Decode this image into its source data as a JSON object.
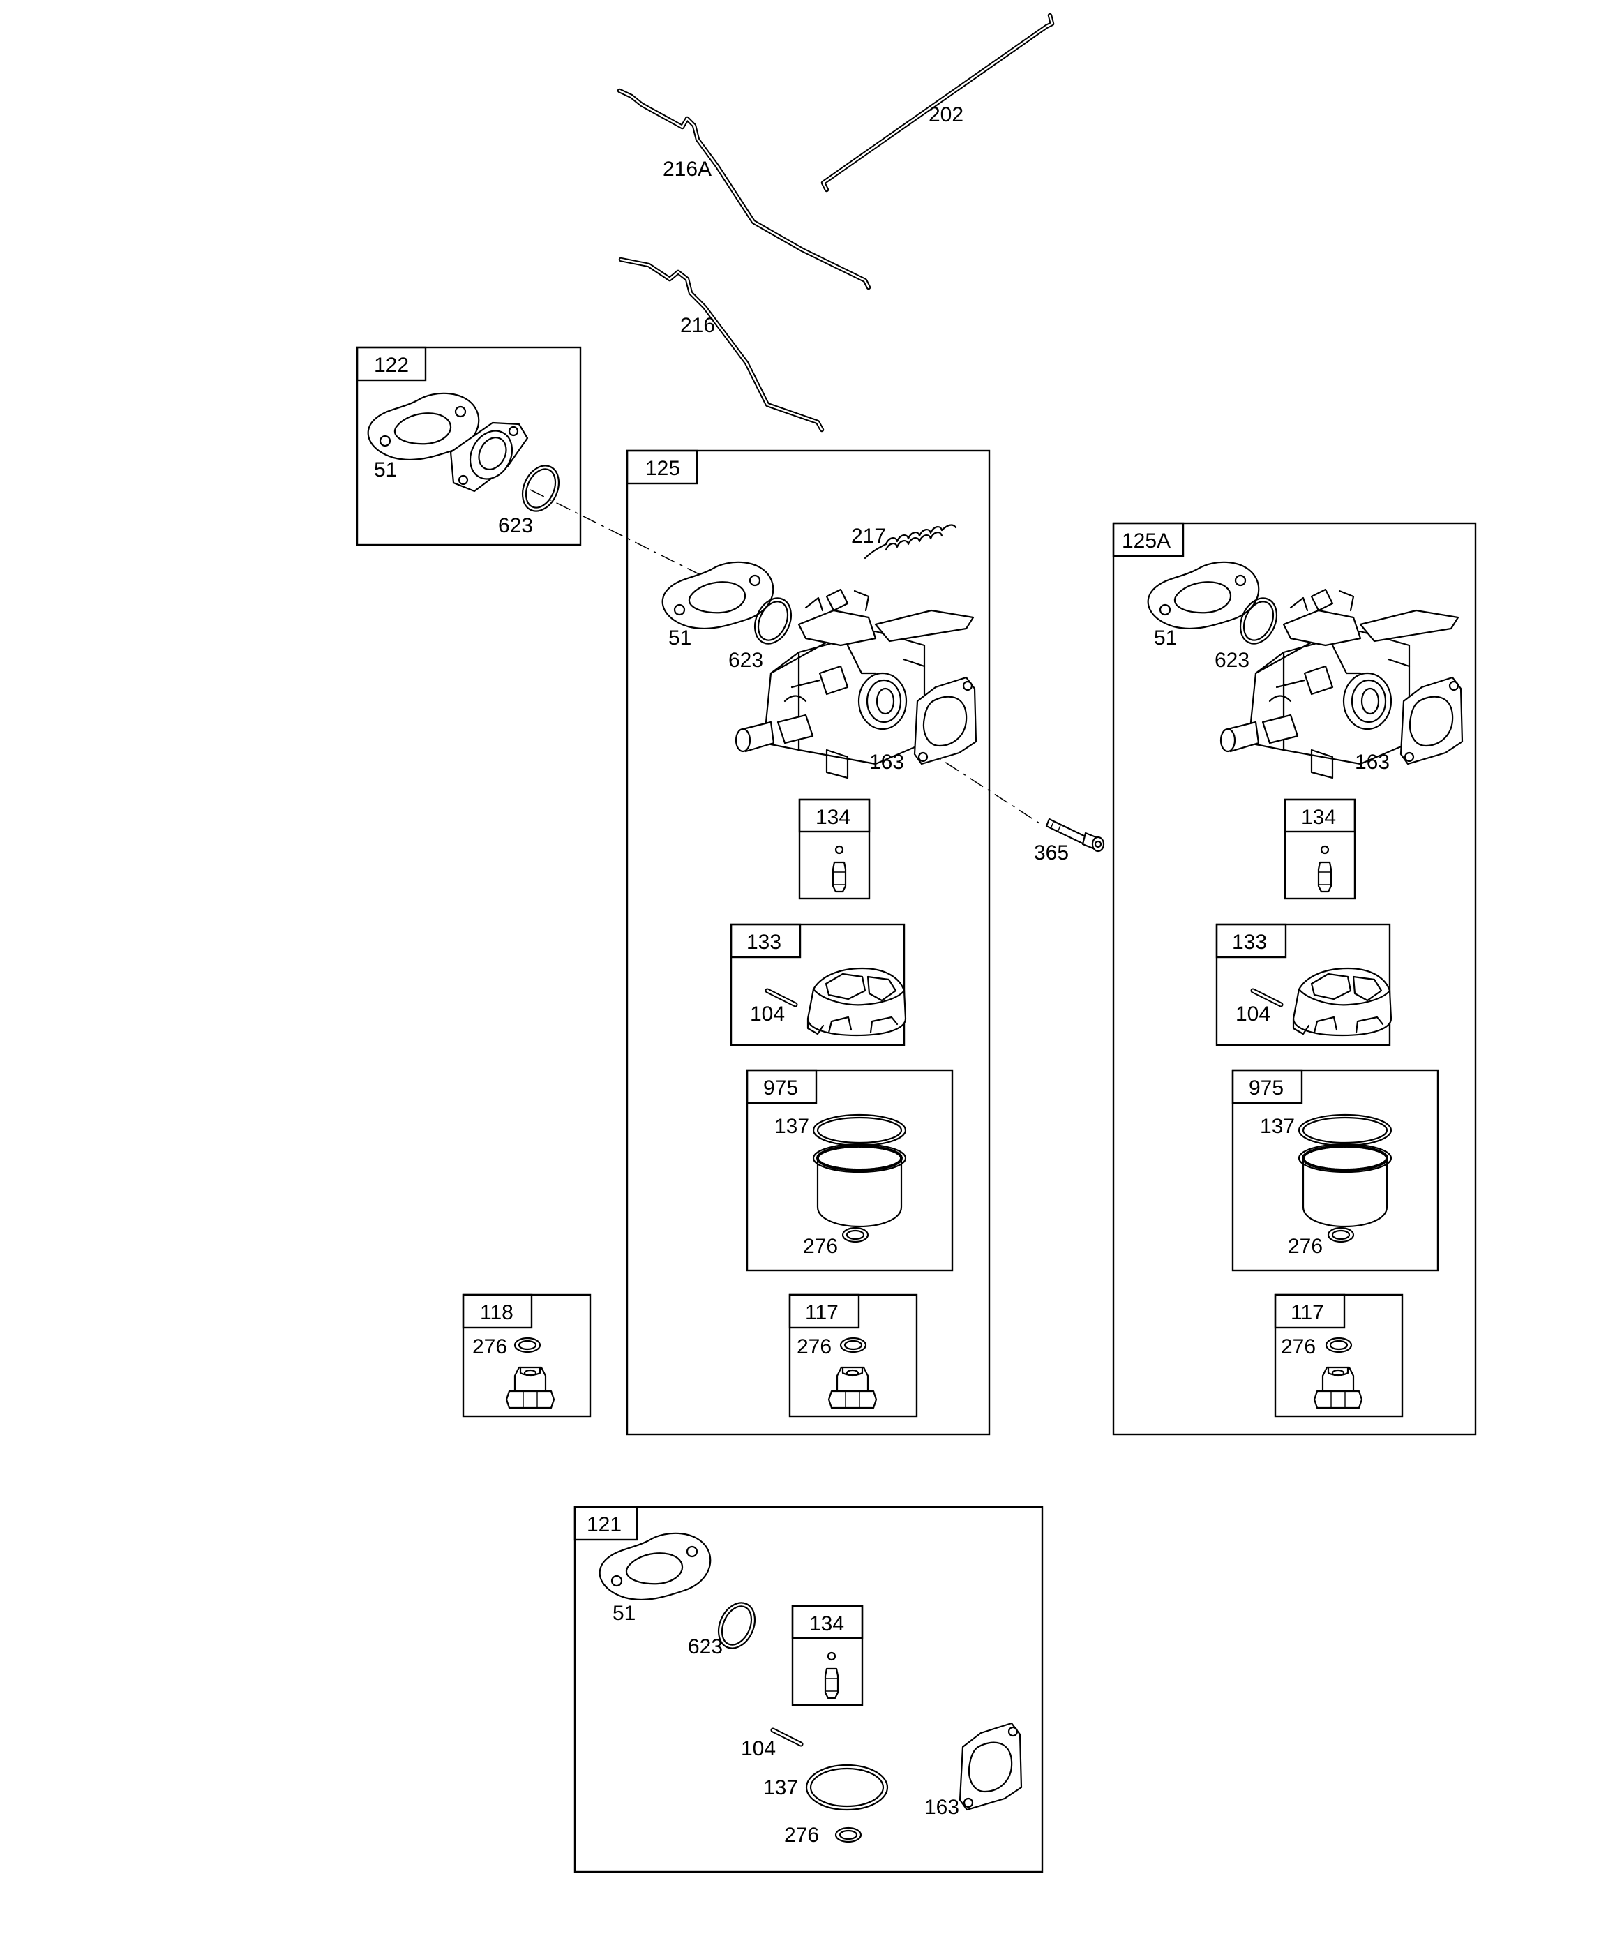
{
  "rods": {
    "r202": "202",
    "r216a": "216A",
    "r216": "216"
  },
  "kit122": {
    "header": "122",
    "gasket": "51",
    "ring": "623"
  },
  "kit125": {
    "header": "125",
    "spring": "217",
    "gasket": "51",
    "ring": "623",
    "rear_gasket": "163",
    "needle_kit": {
      "header": "134"
    },
    "float_kit": {
      "header": "133",
      "pin": "104"
    },
    "bowl_kit": {
      "header": "975",
      "bowl_gasket": "137",
      "washer": "276"
    },
    "nut_kit": {
      "header": "117",
      "washer": "276"
    }
  },
  "bolt": "365",
  "kit125a": {
    "header": "125A",
    "gasket": "51",
    "ring": "623",
    "rear_gasket": "163",
    "needle_kit": {
      "header": "134"
    },
    "float_kit": {
      "header": "133",
      "pin": "104"
    },
    "bowl_kit": {
      "header": "975",
      "bowl_gasket": "137",
      "washer": "276"
    },
    "nut_kit": {
      "header": "117",
      "washer": "276"
    }
  },
  "kit118": {
    "header": "118",
    "washer": "276"
  },
  "kit121": {
    "header": "121",
    "gasket": "51",
    "ring": "623",
    "needle_kit": {
      "header": "134"
    },
    "pin": "104",
    "bowl_gasket": "137",
    "washer": "276",
    "rear_gasket": "163"
  }
}
